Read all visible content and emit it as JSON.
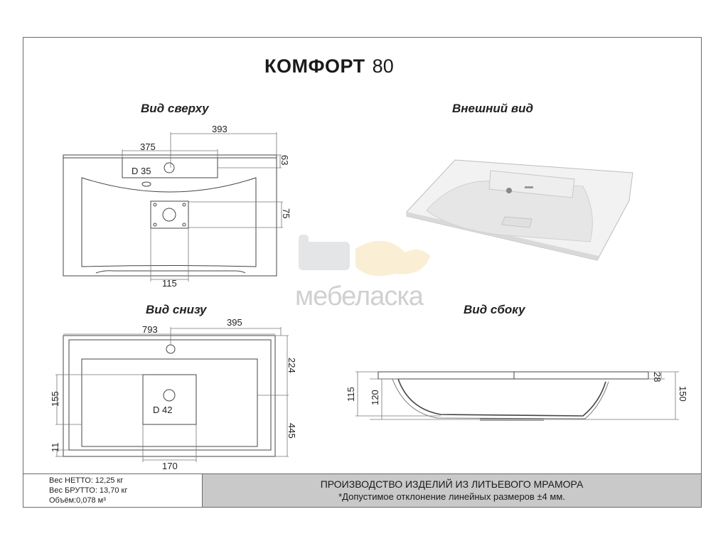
{
  "title": {
    "name": "КОМФОРТ",
    "number": "80"
  },
  "views": {
    "top": "Вид сверху",
    "exterior": "Внешний вид",
    "bottom": "Вид снизу",
    "side": "Вид сбоку"
  },
  "top_view": {
    "dims": {
      "d393": "393",
      "d375": "375",
      "d63": "63",
      "d75": "75",
      "d115": "115",
      "hole": "D 35"
    }
  },
  "bottom_view": {
    "dims": {
      "d793": "793",
      "d395": "395",
      "d224": "224",
      "d155": "155",
      "d445": "445",
      "d11": "11",
      "d170": "170",
      "drain": "D 42"
    }
  },
  "side_view": {
    "dims": {
      "d28": "28",
      "d150": "150",
      "d115": "115",
      "d120": "120"
    }
  },
  "watermark": "мебеласка",
  "specs": {
    "net": "Вес НЕТТО: 12,25 кг",
    "gross": "Вес БРУТТО: 13,70 кг",
    "volume": "Объём:0,078 м³"
  },
  "notice": {
    "line1": "ПРОИЗВОДСТВО ИЗДЕЛИЙ ИЗ ЛИТЬЕВОГО МРАМОРА",
    "line2": "*Допустимое отклонение линейных размеров ±4 мм."
  }
}
